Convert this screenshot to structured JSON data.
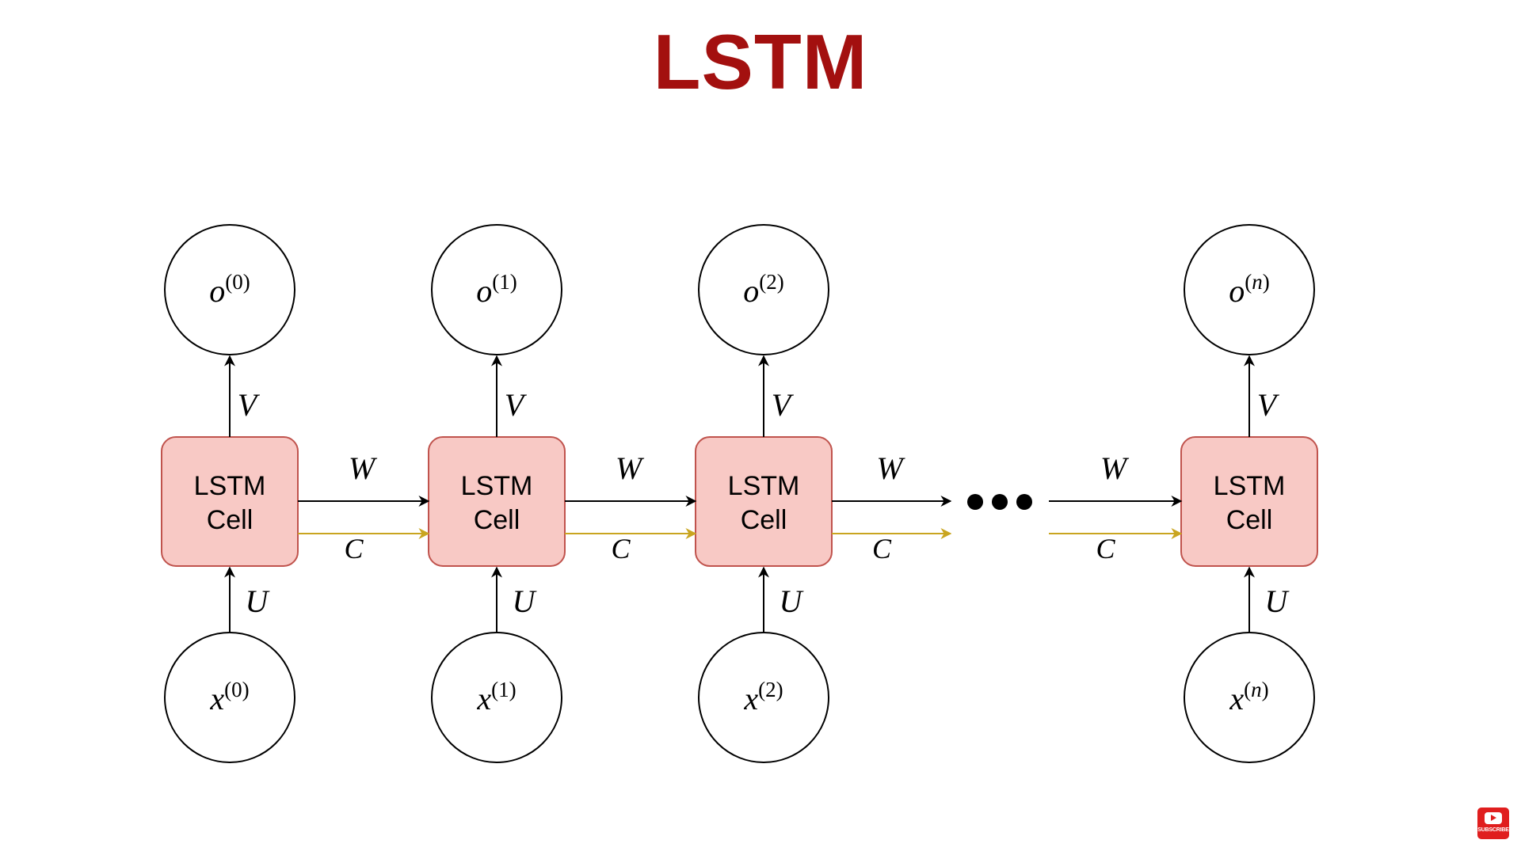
{
  "title": "LSTM",
  "colors": {
    "title": "#a3100f",
    "cell_fill": "#f8c9c5",
    "cell_stroke": "#c0534d",
    "hidden_arrow": "#000000",
    "cell_state_arrow": "#c9a520",
    "node_stroke": "#000000"
  },
  "cell_label_line1": "LSTM",
  "cell_label_line2": "Cell",
  "edge_labels": {
    "output": "V",
    "input": "U",
    "hidden": "W",
    "cell_state": "C"
  },
  "timesteps": [
    {
      "output": {
        "base": "o",
        "sup": "(0)"
      },
      "input": {
        "base": "x",
        "sup": "(0)"
      }
    },
    {
      "output": {
        "base": "o",
        "sup": "(1)"
      },
      "input": {
        "base": "x",
        "sup": "(1)"
      }
    },
    {
      "output": {
        "base": "o",
        "sup": "(2)"
      },
      "input": {
        "base": "x",
        "sup": "(2)"
      }
    },
    {
      "output": {
        "base": "o",
        "sup": "(n)"
      },
      "input": {
        "base": "x",
        "sup": "(n)"
      }
    }
  ],
  "ellipsis": "•••",
  "subscribe_badge": {
    "icon": "youtube-play-icon",
    "label": "SUBSCRIBE"
  }
}
